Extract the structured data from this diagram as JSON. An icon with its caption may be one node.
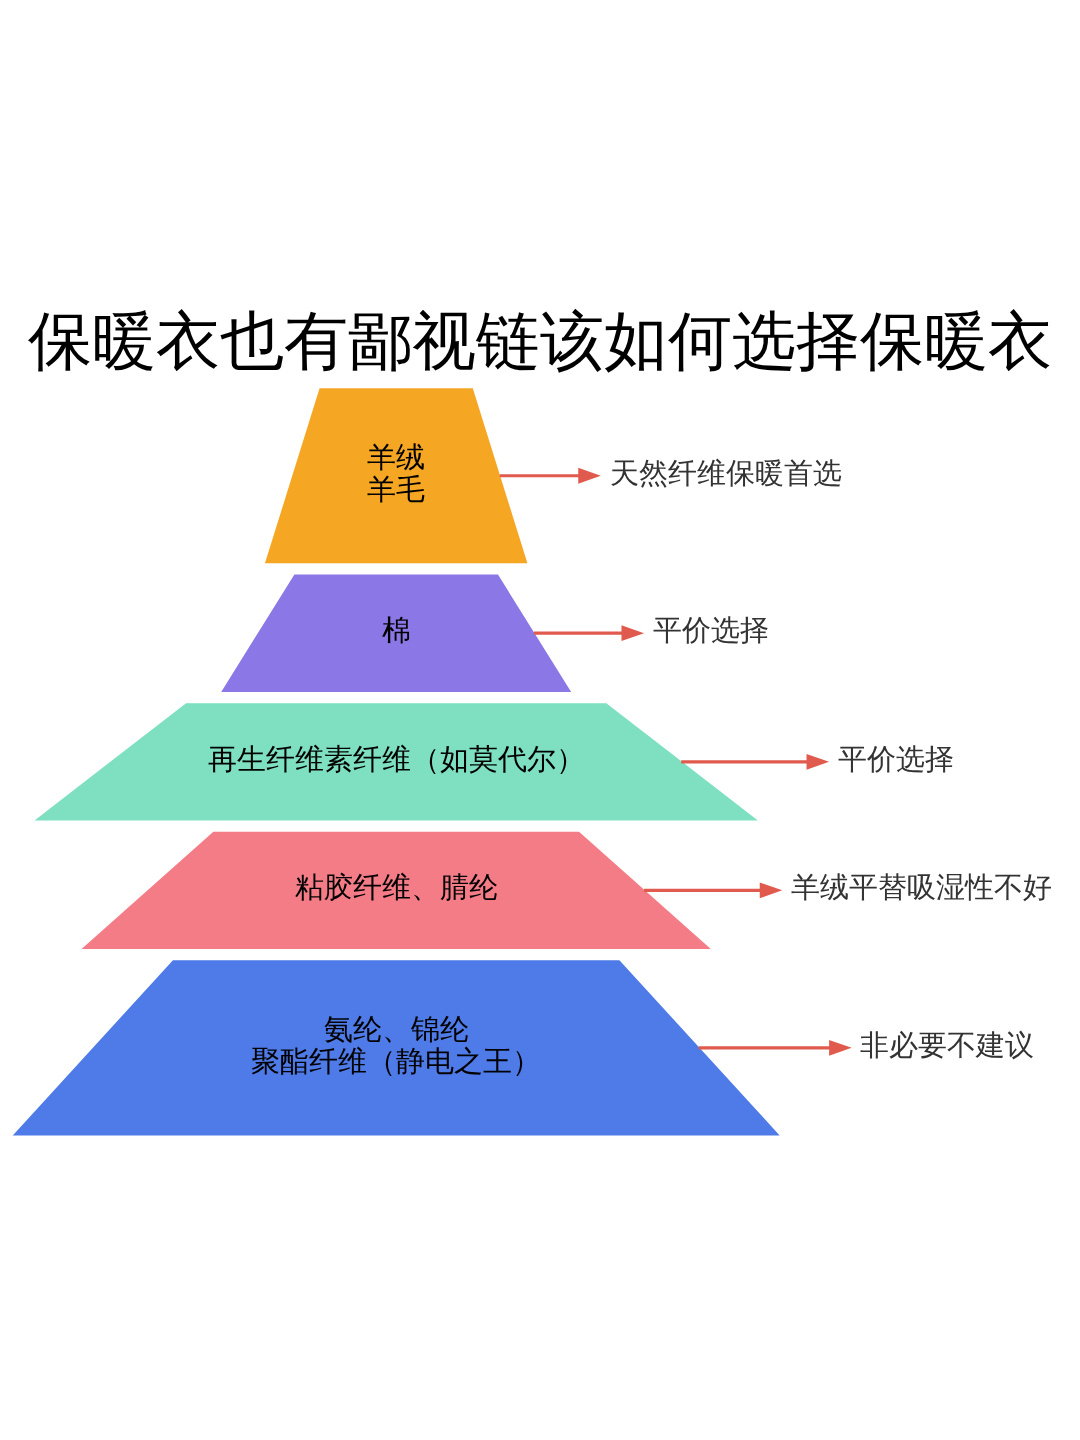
{
  "diagram": {
    "title": "保暖衣也有鄙视链该如何选择保暖衣",
    "nodes": [
      {
        "text": [
          "羊绒",
          "羊毛"
        ]
      },
      {
        "text": [
          "棉"
        ]
      },
      {
        "text": [
          "再生纤维素纤维（如莫代尔）"
        ]
      },
      {
        "text": [
          "粘胶纤维、腈纶"
        ]
      },
      {
        "text": [
          "氨纶、锦纶",
          "聚酯纤维（静电之王）"
        ]
      },
      {
        "text": [
          "天然纤维保暖首选"
        ]
      },
      {
        "text": [
          "平价选择"
        ]
      },
      {
        "text": [
          "平价选择"
        ]
      },
      {
        "text": [
          "羊绒平替吸湿性不好"
        ]
      },
      {
        "text": [
          "非必要不建议"
        ]
      }
    ],
    "edges": [
      {
        "from": 0,
        "to": 5,
        "arrow": "to"
      },
      {
        "from": 1,
        "to": 6,
        "arrow": "to"
      },
      {
        "from": 2,
        "to": 7,
        "arrow": "to"
      },
      {
        "from": 3,
        "to": 8,
        "arrow": "to"
      },
      {
        "from": 4,
        "to": 9,
        "arrow": "to"
      }
    ]
  }
}
